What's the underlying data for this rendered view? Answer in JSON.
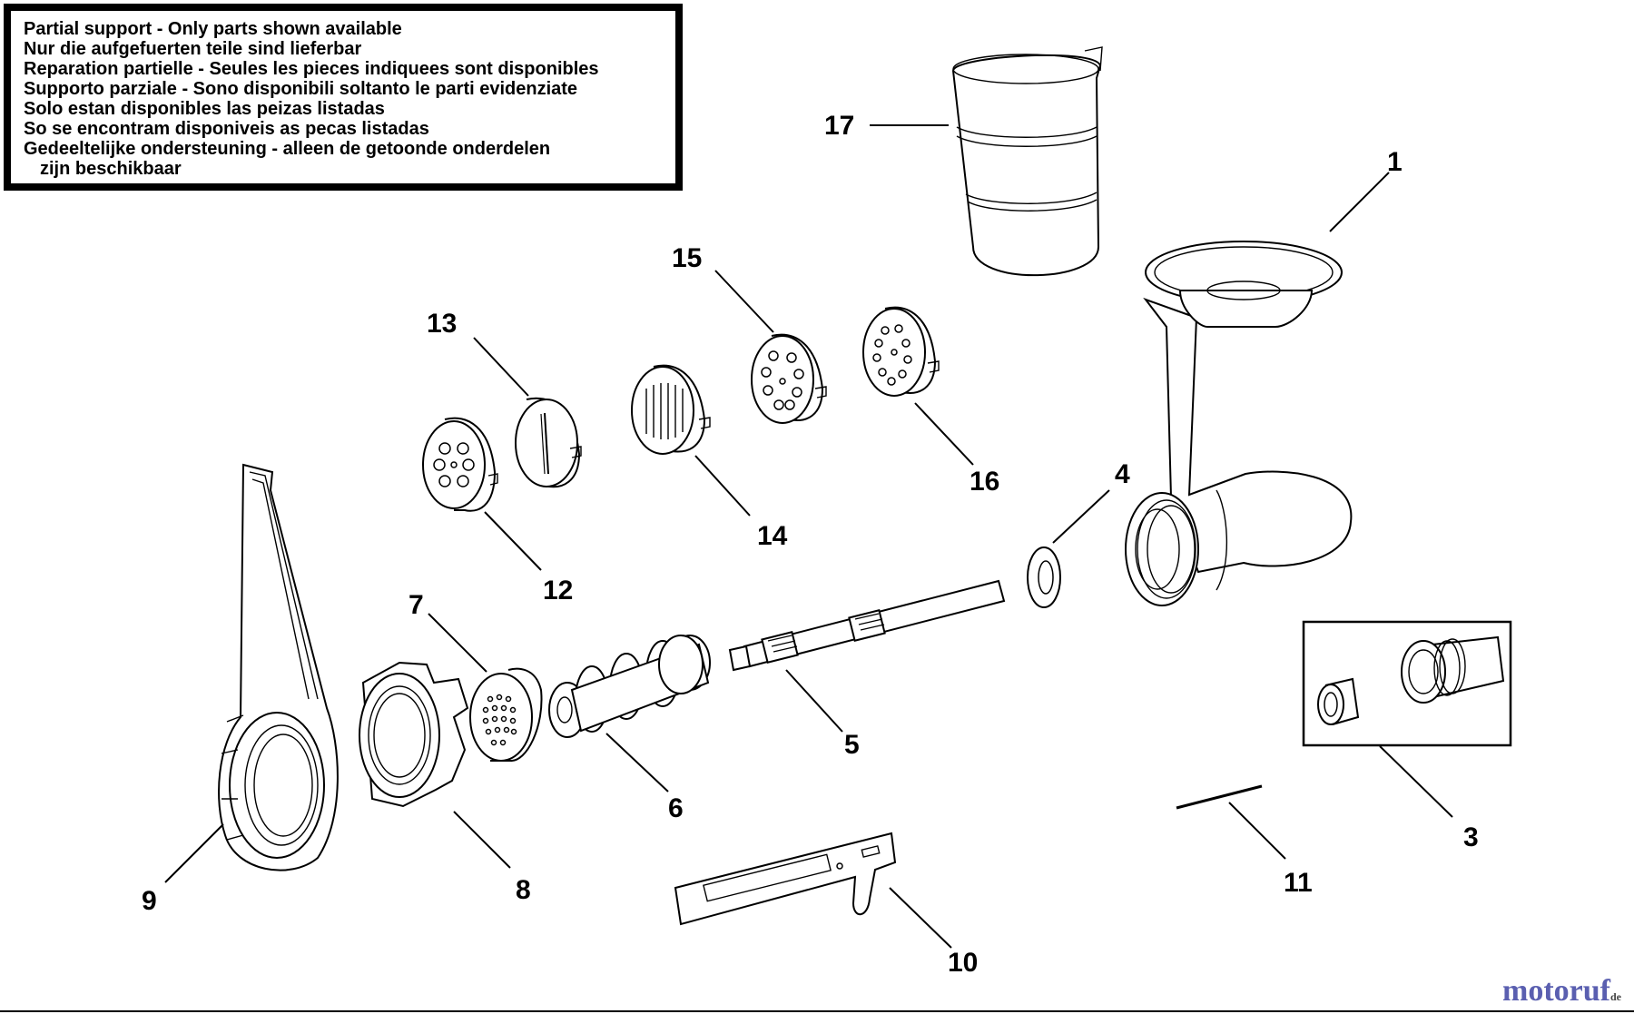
{
  "notice": {
    "lines": [
      "Partial support - Only parts shown available",
      "Nur die aufgefuerten teile sind lieferbar",
      "Reparation partielle - Seules les pieces indiquees sont disponibles",
      "Supporto parziale - Sono disponibili soltanto le parti evidenziate",
      "Solo estan disponibles las peizas listadas",
      "So se encontram disponiveis as pecas listadas",
      "Gedeeltelijke ondersteuning - alleen de getoonde onderdelen",
      "zijn beschikbaar"
    ]
  },
  "callouts": {
    "c1": "1",
    "c3": "3",
    "c4": "4",
    "c5": "5",
    "c6": "6",
    "c7": "7",
    "c8": "8",
    "c9": "9",
    "c10": "10",
    "c11": "11",
    "c12": "12",
    "c13": "13",
    "c14": "14",
    "c15": "15",
    "c16": "16",
    "c17": "17"
  },
  "watermark": {
    "text": "motoruf",
    "suffix": "de"
  }
}
